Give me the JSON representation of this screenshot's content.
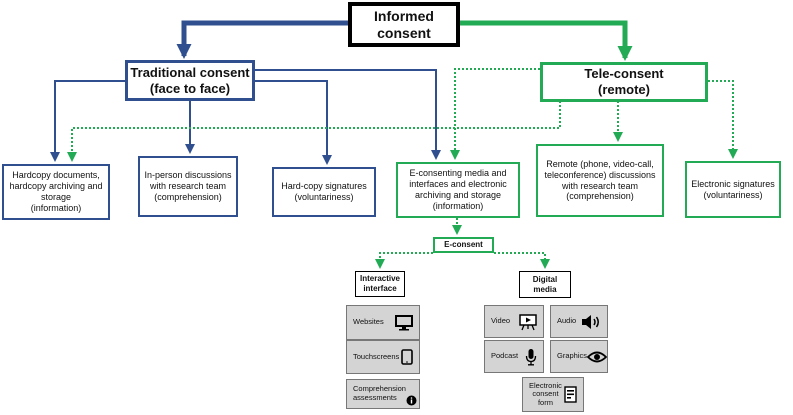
{
  "root": {
    "line1": "Informed",
    "line2": "consent"
  },
  "traditional": {
    "title_line1": "Traditional consent",
    "title_line2": "(face to face)",
    "children": [
      {
        "lines": [
          "Hardcopy documents,",
          "hardcopy archiving and",
          "storage",
          "(information)"
        ]
      },
      {
        "lines": [
          "In-person discussions",
          "with research team",
          "(comprehension)"
        ]
      },
      {
        "lines": [
          "Hard-copy signatures",
          "(voluntariness)"
        ]
      }
    ]
  },
  "tele": {
    "title_line1": "Tele-consent",
    "title_line2": "(remote)",
    "children": [
      {
        "lines": [
          "E-consenting media and",
          "interfaces and electronic",
          "archiving and storage",
          "(information)"
        ]
      },
      {
        "lines": [
          "Remote (phone, video-call,",
          "teleconference) discussions",
          "with research team",
          "(comprehension)"
        ]
      },
      {
        "lines": [
          "Electronic signatures",
          "(voluntariness)"
        ]
      }
    ]
  },
  "econsent": {
    "label": "E-consent",
    "interactive": {
      "line1": "Interactive",
      "line2": "interface",
      "items": [
        {
          "label": "Websites",
          "icon": "monitor-icon"
        },
        {
          "label": "Touchscreens",
          "icon": "tablet-icon"
        },
        {
          "label_line1": "Comprehension",
          "label_line2": "assessments",
          "icon": "info-icon"
        }
      ]
    },
    "digital": {
      "line1": "Digital",
      "line2": "media",
      "items": [
        {
          "label": "Video",
          "icon": "video-board-icon"
        },
        {
          "label": "Audio",
          "icon": "speaker-icon"
        },
        {
          "label": "Podcast",
          "icon": "microphone-icon"
        },
        {
          "label": "Graphics",
          "icon": "eye-icon"
        },
        {
          "label_line1": "Electronic",
          "label_line2": "consent",
          "label_line3": "form",
          "icon": "document-icon"
        }
      ]
    }
  },
  "colors": {
    "blue": "#2f4f8f",
    "green": "#22aa55",
    "black": "#000000",
    "tile": "#d4d4d4"
  }
}
